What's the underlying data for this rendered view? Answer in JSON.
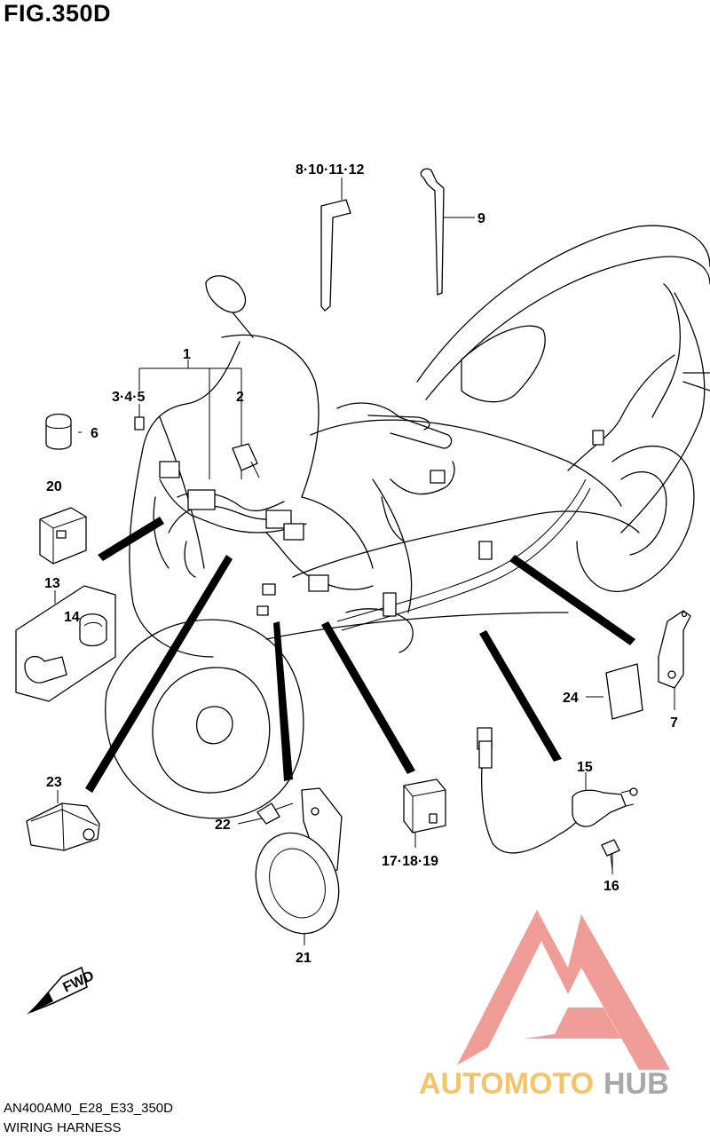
{
  "figure": {
    "title": "FIG.350D",
    "model_code": "AN400AM0_E28_E33_350D",
    "description": "WIRING HARNESS"
  },
  "callouts": [
    {
      "id": "c1",
      "text": "1"
    },
    {
      "id": "c2",
      "text": "2"
    },
    {
      "id": "c345",
      "text": "3·4·5"
    },
    {
      "id": "c6",
      "text": "6"
    },
    {
      "id": "c7",
      "text": "7"
    },
    {
      "id": "c8",
      "text": "8·10·11·12"
    },
    {
      "id": "c9",
      "text": "9"
    },
    {
      "id": "c13",
      "text": "13"
    },
    {
      "id": "c14",
      "text": "14"
    },
    {
      "id": "c15",
      "text": "15"
    },
    {
      "id": "c16",
      "text": "16"
    },
    {
      "id": "c17",
      "text": "17·18·19"
    },
    {
      "id": "c20",
      "text": "20"
    },
    {
      "id": "c21",
      "text": "21"
    },
    {
      "id": "c22",
      "text": "22"
    },
    {
      "id": "c23",
      "text": "23"
    },
    {
      "id": "c24",
      "text": "24"
    }
  ],
  "direction_marker": "FWD",
  "watermark": {
    "text_a": "AUTOMOTO",
    "text_b": "HUB",
    "color_a": "#f5c46a",
    "color_b": "#a8a8a8",
    "logo_color": "#ef8d85"
  }
}
